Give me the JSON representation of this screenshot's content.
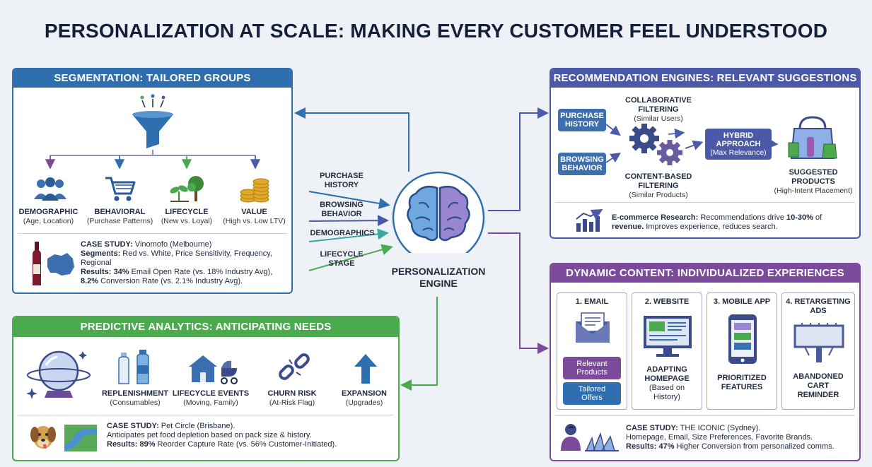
{
  "title": "PERSONALIZATION AT SCALE: MAKING EVERY CUSTOMER FEEL UNDERSTOOD",
  "center": {
    "label_line1": "PERSONALIZATION",
    "label_line2": "ENGINE",
    "inputs": [
      {
        "l1": "PURCHASE",
        "l2": "HISTORY"
      },
      {
        "l1": "BROWSING",
        "l2": "BEHAVIOR"
      },
      {
        "l1": "DEMOGRAPHICS",
        "l2": ""
      },
      {
        "l1": "LIFECYCLE",
        "l2": "STAGE"
      }
    ]
  },
  "segmentation": {
    "header": "SEGMENTATION: TAILORED GROUPS",
    "groups": [
      {
        "name": "DEMOGRAPHIC",
        "desc": "(Age, Location)",
        "icon": "people-icon"
      },
      {
        "name": "BEHAVIORAL",
        "desc": "(Purchase Patterns)",
        "icon": "cart-icon"
      },
      {
        "name": "LIFECYCLE",
        "desc": "(New vs. Loyal)",
        "icon": "plant-tree-icon"
      },
      {
        "name": "VALUE",
        "desc": "(High vs. Low LTV)",
        "icon": "coins-icon"
      }
    ],
    "case": {
      "l1_key": "CASE STUDY:",
      "l1_val": " Vinomofo (Melbourne)",
      "l2_key": "Segments:",
      "l2_val": " Red vs. White, Price Sensitivity, Frequency,",
      "l3": "Regional",
      "l4_key": "Results:",
      "l4_num": " 34%",
      "l4_val": " Email Open Rate (vs. 18% Industry Avg),",
      "l5_num": "8.2%",
      "l5_val": " Conversion Rate (vs. 2.1% Industry Avg)."
    }
  },
  "predictive": {
    "header": "PREDICTIVE ANALYTICS: ANTICIPATING NEEDS",
    "items": [
      {
        "name": "REPLENISHMENT",
        "desc": "(Consumables)",
        "icon": "bottles-icon"
      },
      {
        "name": "LIFECYCLE EVENTS",
        "desc": "(Moving, Family)",
        "icon": "house-stroller-icon"
      },
      {
        "name": "CHURN RISK",
        "desc": "(At-Risk Flag)",
        "icon": "broken-chain-icon"
      },
      {
        "name": "EXPANSION",
        "desc": "(Upgrades)",
        "icon": "up-arrow-icon"
      }
    ],
    "case": {
      "l1_key": "CASE STUDY:",
      "l1_val": " Pet Circle (Brisbane).",
      "l2": "Anticipates pet food depletion based on pack size & history.",
      "l3_key": "Results:",
      "l3_num": " 89%",
      "l3_val": " Reorder Capture Rate (vs. 56% Customer-Initiated)."
    }
  },
  "recommendation": {
    "header": "RECOMMENDATION ENGINES: RELEVANT SUGGESTIONS",
    "inputs": [
      {
        "l1": "PURCHASE",
        "l2": "HISTORY"
      },
      {
        "l1": "BROWSING",
        "l2": "BEHAVIOR"
      }
    ],
    "collab": {
      "l1": "COLLABORATIVE",
      "l2": "FILTERING",
      "sub": "(Similar Users)"
    },
    "content": {
      "l1": "CONTENT-BASED",
      "l2": "FILTERING",
      "sub": "(Similar Products)"
    },
    "hybrid": {
      "l1": "HYBRID",
      "l2": "APPROACH",
      "sub": "(Max Relevance)"
    },
    "output": {
      "title": "SUGGESTED PRODUCTS",
      "sub": "(High-Intent Placement)"
    },
    "note": {
      "key": "E-commerce Research:",
      "val": " Recommendations drive ",
      "num": "10-30%",
      "val2": " of",
      "l2_key": "revenue.",
      "l2_val": " Improves experience, reduces search."
    }
  },
  "dynamic": {
    "header": "DYNAMIC CONTENT: INDIVIDUALIZED EXPERIENCES",
    "tiles": [
      {
        "title": "1. EMAIL",
        "icon": "envelope-icon"
      },
      {
        "title": "2. WEBSITE",
        "d1": "ADAPTING",
        "d2": "HOMEPAGE",
        "d3": "(Based on",
        "d4": "History)",
        "icon": "monitor-icon"
      },
      {
        "title": "3. MOBILE APP",
        "d1": "PRIORITIZED",
        "d2": "FEATURES",
        "icon": "phone-icon"
      },
      {
        "title_l1": "4. RETARGETING",
        "title_l2": "ADS",
        "d1": "ABANDONED",
        "d2": "CART",
        "d3": "REMINDER",
        "icon": "billboard-icon"
      }
    ],
    "email_chips": [
      {
        "l1": "Relevant",
        "l2": "Products"
      },
      {
        "l1": "Tailored",
        "l2": "Offers"
      }
    ],
    "case": {
      "l1_key": "CASE STUDY:",
      "l1_val": " THE ICONIC (Sydney).",
      "l2": "Homepage, Email, Size Preferences, Favorite Brands.",
      "l3_key": "Results:",
      "l3_num": " 47%",
      "l3_val": " Higher Conversion from personalized comms."
    }
  },
  "colors": {
    "blue": "#2f6fb0",
    "green": "#4caa4e",
    "indigo": "#4b5aa8",
    "purple": "#7b4a9a"
  }
}
